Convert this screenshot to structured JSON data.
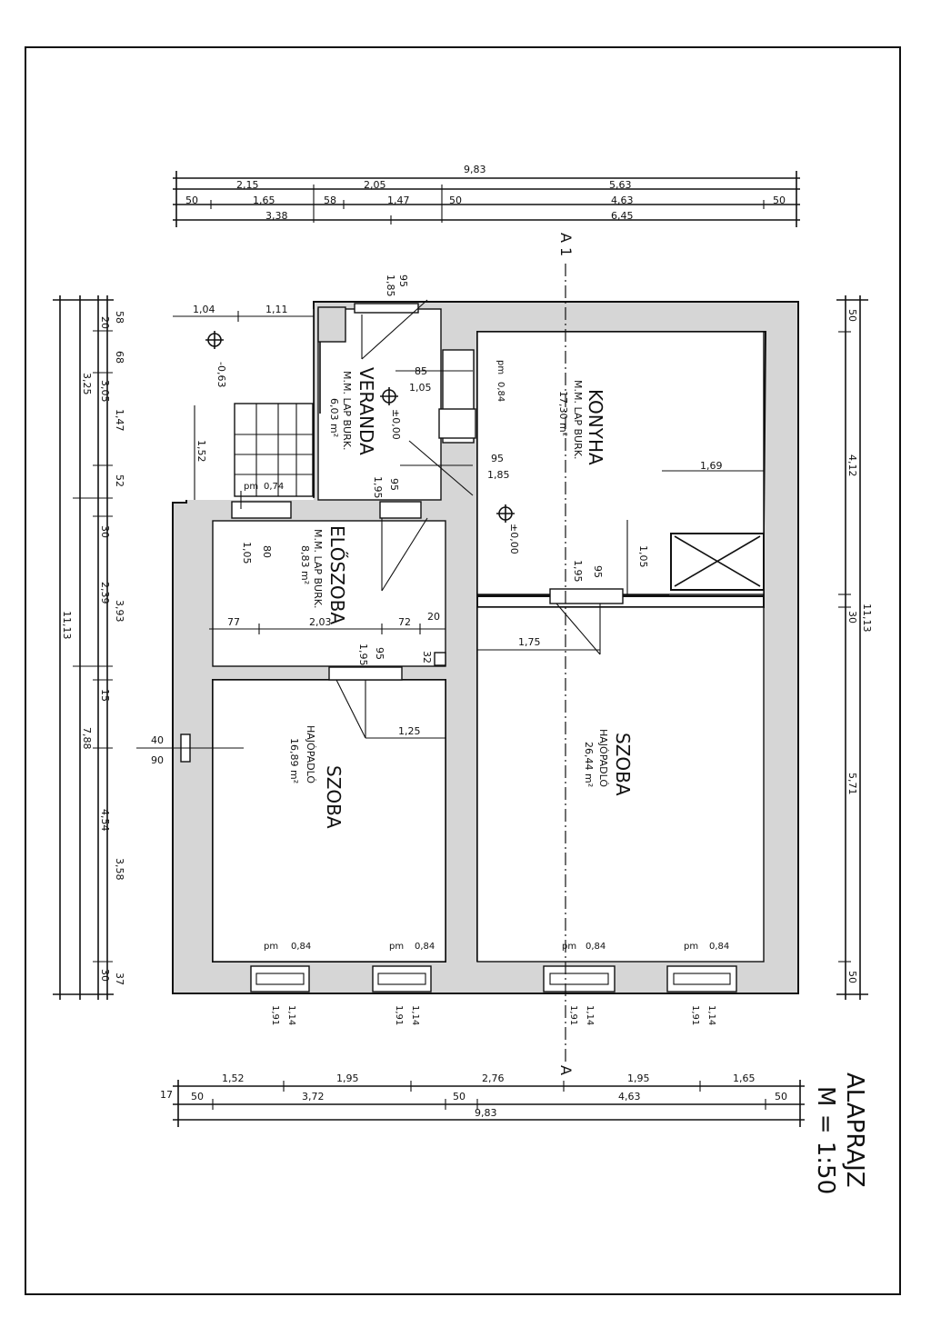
{
  "title": {
    "name": "ALAPRAJZ",
    "scale": "M = 1:50"
  },
  "section_marks": {
    "top": "A 1",
    "bottom": "A"
  },
  "rooms": [
    {
      "id": "veranda",
      "name": "VERANDA",
      "floor": "M.M. LAP BURK.",
      "area": "6,03 m²",
      "level": "±0,00"
    },
    {
      "id": "konyha",
      "name": "KONYHA",
      "floor": "M.M. LAP BURK.",
      "area": "17,30 m²",
      "level": "±0,00"
    },
    {
      "id": "eloszoba",
      "name": "ELŐSZOBA",
      "floor": "M.M. LAP BURK.",
      "area": "8,83 m²"
    },
    {
      "id": "szoba-left",
      "name": "SZOBA",
      "floor": "HAJÓPADLÓ",
      "area": "16,89 m²"
    },
    {
      "id": "szoba-right",
      "name": "SZOBA",
      "floor": "HAJÓPADLÓ",
      "area": "26,44 m²"
    }
  ],
  "outside_level": "-0,63",
  "dims": {
    "top_total": "9,83",
    "top_row1": [
      "2,15",
      "2,05",
      "5,63"
    ],
    "top_row2": [
      "50",
      "1,65",
      "58",
      "1,47",
      "50",
      "4,63",
      "50"
    ],
    "top_row3": [
      "3,38",
      "6,45"
    ],
    "bottom_row1": [
      "1,52",
      "1,95",
      "2,76",
      "1,95",
      "1,65"
    ],
    "bottom_row2": [
      "17",
      "50",
      "3,72",
      "50",
      "4,63",
      "50"
    ],
    "bottom_total": "9,83",
    "left_outer": [
      "58",
      "68",
      "1,47",
      "52",
      "30",
      "2,39",
      "15",
      "4,54",
      "30",
      "37"
    ],
    "left_mid": [
      "20",
      "3,05",
      "3,93",
      "7,88",
      "3,58"
    ],
    "left_inner": [
      "3,25",
      "11,13"
    ],
    "right": [
      "50",
      "4,12",
      "30",
      "5,71",
      "50",
      "11,13"
    ],
    "veranda_top": [
      "1,04",
      "1,11"
    ],
    "veranda_side": "1,52",
    "window_top": [
      "95",
      "1,85"
    ],
    "door_konyha": [
      "85",
      "1,05"
    ],
    "door_veranda": [
      "95",
      "1,95"
    ],
    "door_konyha2": [
      "95",
      "1,85"
    ],
    "pm_konyha": [
      "pm",
      "0,84"
    ],
    "pm_veranda": [
      "pm",
      "0,74"
    ],
    "eloszoba_door": [
      "1,05",
      "80"
    ],
    "eloszoba_width": [
      "77",
      "2,03",
      "72",
      "20"
    ],
    "door_szoba_left": [
      "95",
      "1,95",
      "32"
    ],
    "width_1_69": "1,69",
    "door_1_05": "1,05",
    "door_szoba_right": [
      "1,95",
      "95"
    ],
    "width_1_75": "1,75",
    "width_1_25": "1,25",
    "chimney_side": [
      "40",
      "90"
    ],
    "pm_windows": [
      "pm",
      "0,84",
      "pm",
      "0,84",
      "pm",
      "0,84",
      "pm",
      "0,84"
    ],
    "window_heights": [
      "1,91",
      "1,14",
      "1,91",
      "1,14",
      "1,91",
      "1,14",
      "1,91",
      "1,14"
    ]
  }
}
